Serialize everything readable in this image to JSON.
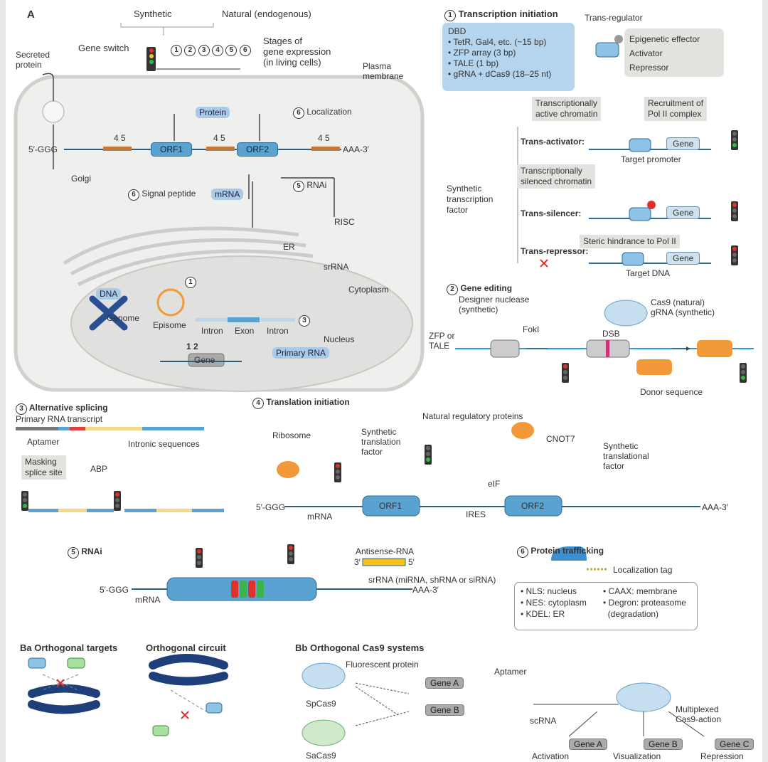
{
  "colors": {
    "accent_blue": "#5aa3d0",
    "cell_bg": "#efefed",
    "green": "#3bb54a",
    "red": "#e0302a",
    "orange": "#f29a3a"
  },
  "panelA": {
    "letter": "A",
    "synthetic": "Synthetic",
    "natural": "Natural (endogenous)",
    "gene_switch": "Gene switch",
    "stages": [
      "1",
      "2",
      "3",
      "4",
      "5",
      "6"
    ],
    "stages_label": [
      "Stages of",
      "gene expression",
      "(in living cells)"
    ],
    "secreted": [
      "Secreted",
      "protein"
    ],
    "plasma": [
      "Plasma",
      "membrane"
    ],
    "protein": "Protein",
    "localization": "Localization",
    "six": "6",
    "five_prime": "5′-GGG",
    "orf1": "ORF1",
    "orf2": "ORF2",
    "three_prime": "AAA-3′",
    "four_five": "4 5",
    "golgi": "Golgi",
    "signal_peptide": "Signal peptide",
    "mrna": "mRNA",
    "rnai": "RNAi",
    "five": "5",
    "risc": "RISC",
    "er": "ER",
    "srrna": "srRNA",
    "dna": "DNA",
    "cytoplasm": "Cytoplasm",
    "one": "1",
    "episome": "Episome",
    "genome": "Genome",
    "intron": "Intron",
    "exon": "Exon",
    "three": "3",
    "nucleus": "Nucleus",
    "primary_rna": "Primary RNA",
    "one_two": "1 2",
    "gene": "Gene"
  },
  "panel1": {
    "title": "Transcription initiation",
    "num": "1",
    "trans_regulator": "Trans-regulator",
    "dbd": "DBD",
    "dbd_items": [
      "• TetR, Gal4, etc. (~15 bp)",
      "• ZFP array (3 bp)",
      "• TALE (1 bp)",
      "• gRNA + dCas9 (18–25 nt)"
    ],
    "epigenetic": "Epigenetic effector",
    "activator": "Activator",
    "repressor": "Repressor",
    "active_chromatin": [
      "Transcriptionally",
      "active chromatin"
    ],
    "recruitment": [
      "Recruitment of",
      "Pol II complex"
    ],
    "trans_activator": "Trans-activator:",
    "gene": "Gene",
    "target_promoter": "Target promoter",
    "stf": [
      "Synthetic",
      "transcription",
      "factor"
    ],
    "silenced": [
      "Transcriptionally",
      "silenced chromatin"
    ],
    "trans_silencer": "Trans-silencer:",
    "steric": "Steric hindrance to Pol II",
    "trans_repressor": "Trans-repressor:",
    "target_dna": "Target DNA"
  },
  "panel2": {
    "num": "2",
    "title": "Gene editing",
    "designer": [
      "Designer nuclease",
      "(synthetic)"
    ],
    "cas9": [
      "Cas9 (natural)",
      "gRNA (synthetic)"
    ],
    "foki": "FokI",
    "zfp": [
      "ZFP or",
      "TALE"
    ],
    "dsb": "DSB",
    "donor": "Donor sequence"
  },
  "panel3": {
    "num": "3",
    "title": "Alternative splicing",
    "transcript": "Primary RNA transcript",
    "aptamer": "Aptamer",
    "intronic": "Intronic sequences",
    "masking": [
      "Masking",
      "splice site"
    ],
    "abp": "ABP"
  },
  "panel4": {
    "num": "4",
    "title": "Translation initiation",
    "natural": "Natural  regulatory proteins",
    "ribosome": "Ribosome",
    "stf": [
      "Synthetic",
      "translation",
      "factor"
    ],
    "cnot7": "CNOT7",
    "stlf": [
      "Synthetic",
      "translational",
      "factor"
    ],
    "eif": "eIF",
    "five_prime": "5′-GGG",
    "orf1": "ORF1",
    "ires": "IRES",
    "orf2": "ORF2",
    "three_prime": "AAA-3′",
    "mrna": "mRNA"
  },
  "panel5": {
    "num": "5",
    "title": "RNAi",
    "antisense": "Antisense-RNA",
    "three": "3′",
    "five": "5′",
    "srrna": "srRNA (miRNA, shRNA or siRNA)",
    "five_prime": "5′-GGG",
    "three_prime": "AAA-3′",
    "mrna": "mRNA"
  },
  "panel6": {
    "num": "6",
    "title": "Protein trafficking",
    "tag": "Localization tag",
    "col1": [
      "• NLS: nucleus",
      "• NES: cytoplasm",
      "• KDEL: ER"
    ],
    "col2": [
      "• CAAX: membrane",
      "• Degron: proteasome",
      "  (degradation)"
    ]
  },
  "panelB": {
    "ba": "Ba",
    "ba_title": "Orthogonal targets",
    "circuit": "Orthogonal circuit",
    "bb": "Bb",
    "bb_title": "Orthogonal Cas9 systems",
    "fluorescent": "Fluorescent protein",
    "spcas9": "SpCas9",
    "sacas9": "SaCas9",
    "gene_a": "Gene A",
    "gene_b": "Gene B",
    "gene_c": "Gene C",
    "aptamer": "Aptamer",
    "scrna": "scRNA",
    "multiplexed": [
      "Multiplexed",
      "Cas9-action"
    ],
    "activation": "Activation",
    "visualization": "Visualization",
    "repression": "Repression"
  }
}
